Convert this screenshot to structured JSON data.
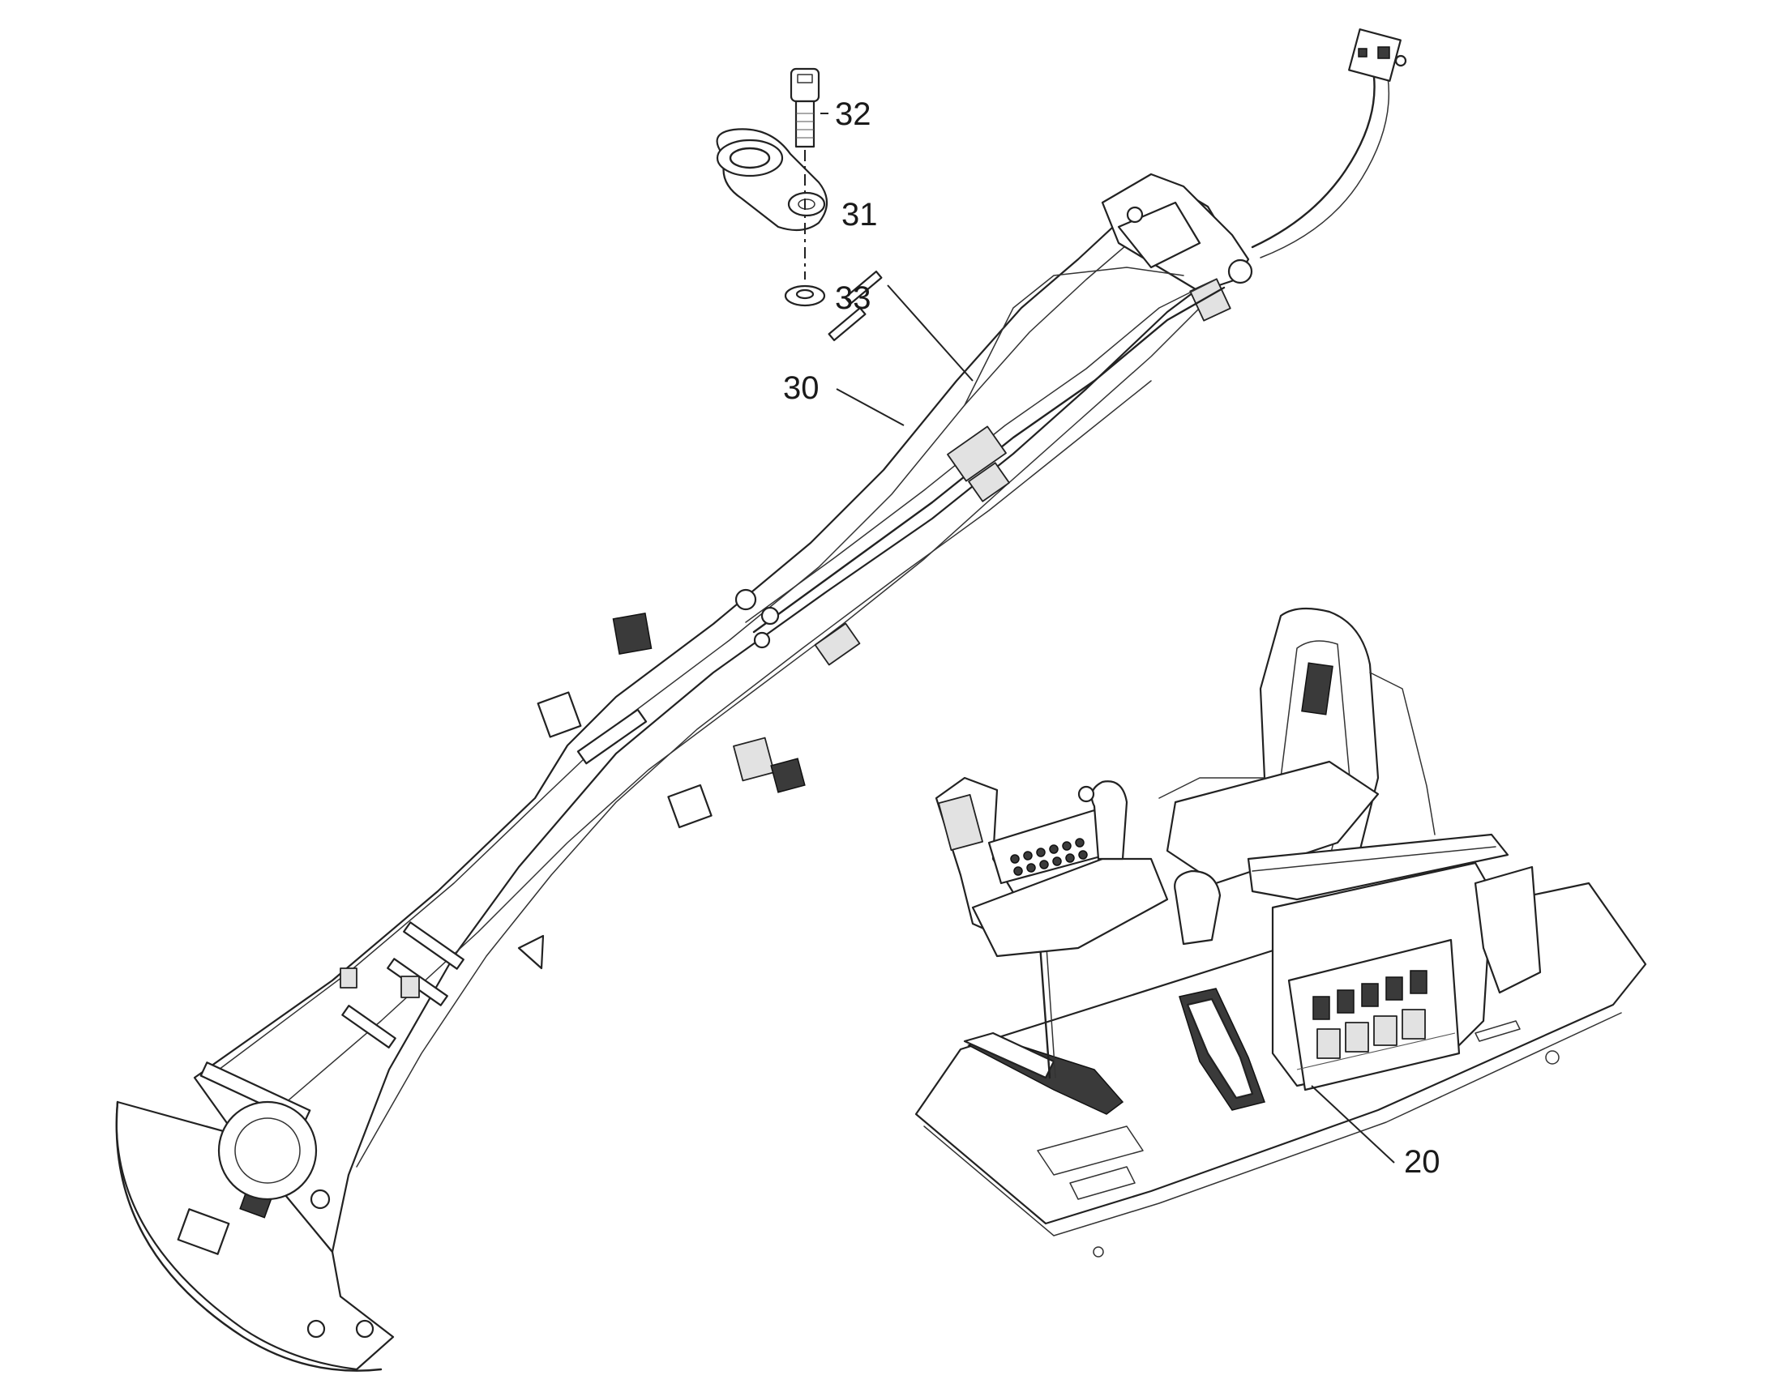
{
  "callouts": [
    {
      "id": "32",
      "label": "32",
      "part": "bolt"
    },
    {
      "id": "31",
      "label": "31",
      "part": "cable-clamp"
    },
    {
      "id": "33",
      "label": "33",
      "part": "washer"
    },
    {
      "id": "30",
      "label": "30",
      "part": "boom-cable-harness"
    },
    {
      "id": "20",
      "label": "20",
      "part": "operator-console-harness"
    }
  ],
  "colors": {
    "line": "#222222",
    "background": "#ffffff",
    "shade": "#e2e2e2",
    "dark": "#3a3a3a"
  }
}
